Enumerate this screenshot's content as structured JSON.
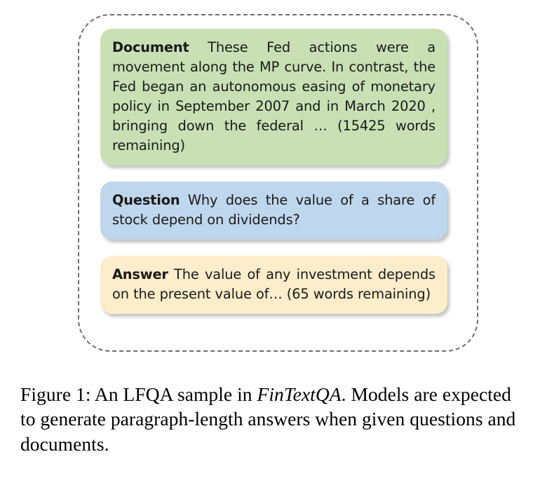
{
  "figure": {
    "panel_name": "lfqa-sample-panel",
    "cards": [
      {
        "id": "document",
        "label": "Document",
        "text": " These Fed actions were a movement along the MP curve. In contrast, the Fed began an autonomous easing of monetary policy in September 2007 and in March 2020 , bringing down the federal … (15425 words remaining)",
        "color": "#c8e0b4"
      },
      {
        "id": "question",
        "label": "Question",
        "text": " Why does the value of a share of stock depend on dividends?",
        "color": "#bfd7ec"
      },
      {
        "id": "answer",
        "label": "Answer",
        "text": " The value of any investment depends on the present value of… (65 words remaining)",
        "color": "#fcedcb"
      }
    ],
    "border_color": "#6e6e6e"
  },
  "caption": {
    "prefix": "Figure 1: An LFQA sample in ",
    "dataset": "FinTextQA",
    "suffix": ". Models are expected to generate paragraph-length answers when given questions and documents."
  }
}
